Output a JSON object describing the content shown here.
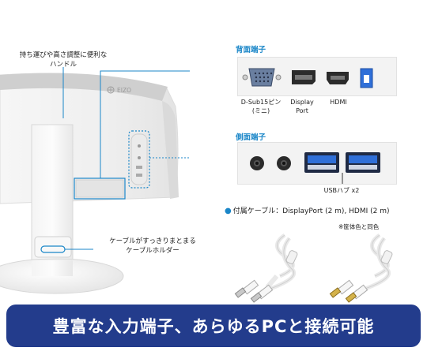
{
  "monitor": {
    "brand": "EIZO",
    "handle_label_line1": "持ち運びや高さ調整に便利な",
    "handle_label_line2": "ハンドル",
    "holder_label_line1": "ケーブルがすっきりまとまる",
    "holder_label_line2": "ケーブルホルダー"
  },
  "rear_ports": {
    "title": "背面端子",
    "items": [
      {
        "label_line1": "D-Sub15ピン",
        "label_line2": "(ミニ)",
        "icon": "vga-port-icon"
      },
      {
        "label_line1": "Display",
        "label_line2": "Port",
        "icon": "displayport-icon"
      },
      {
        "label_line1": "HDMI",
        "label_line2": "",
        "icon": "hdmi-port-icon"
      },
      {
        "label_line1": "",
        "label_line2": "",
        "icon": "usb-b-port-icon"
      }
    ]
  },
  "side_ports": {
    "title": "側面端子",
    "usb_label": "USBハブ x2"
  },
  "accessory": {
    "line": "付属ケーブル：DisplayPort (2 m), HDMI (2 m)",
    "note": "※筐体色と同色"
  },
  "banner": {
    "text": "豊富な入力端子、あらゆるPCと接続可能"
  },
  "colors": {
    "accent": "#1a86c8",
    "banner": "#233c8c",
    "usb_blue": "#2f6fd8"
  }
}
